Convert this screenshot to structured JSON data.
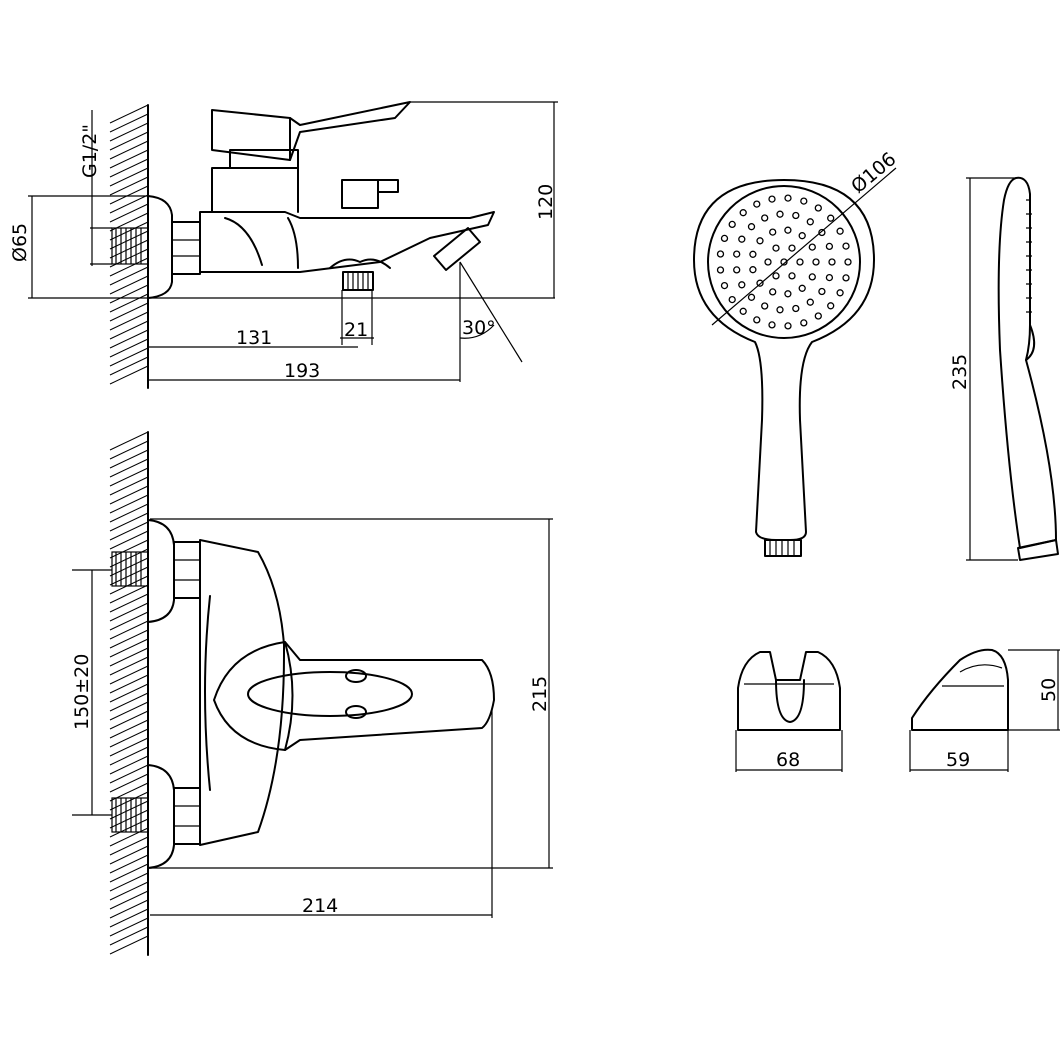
{
  "labels": {
    "thread": "G1/2\"",
    "diameter_flange": "Ø65",
    "height_side": "120",
    "reach_131": "131",
    "outlet_21": "21",
    "angle": "30°",
    "reach_193": "193",
    "spacing": "150±20",
    "height_top": "215",
    "width_top": "214",
    "head_diameter": "Ø106",
    "shower_length": "235",
    "holder_height": "50",
    "holder_width_front": "68",
    "holder_width_side": "59"
  }
}
